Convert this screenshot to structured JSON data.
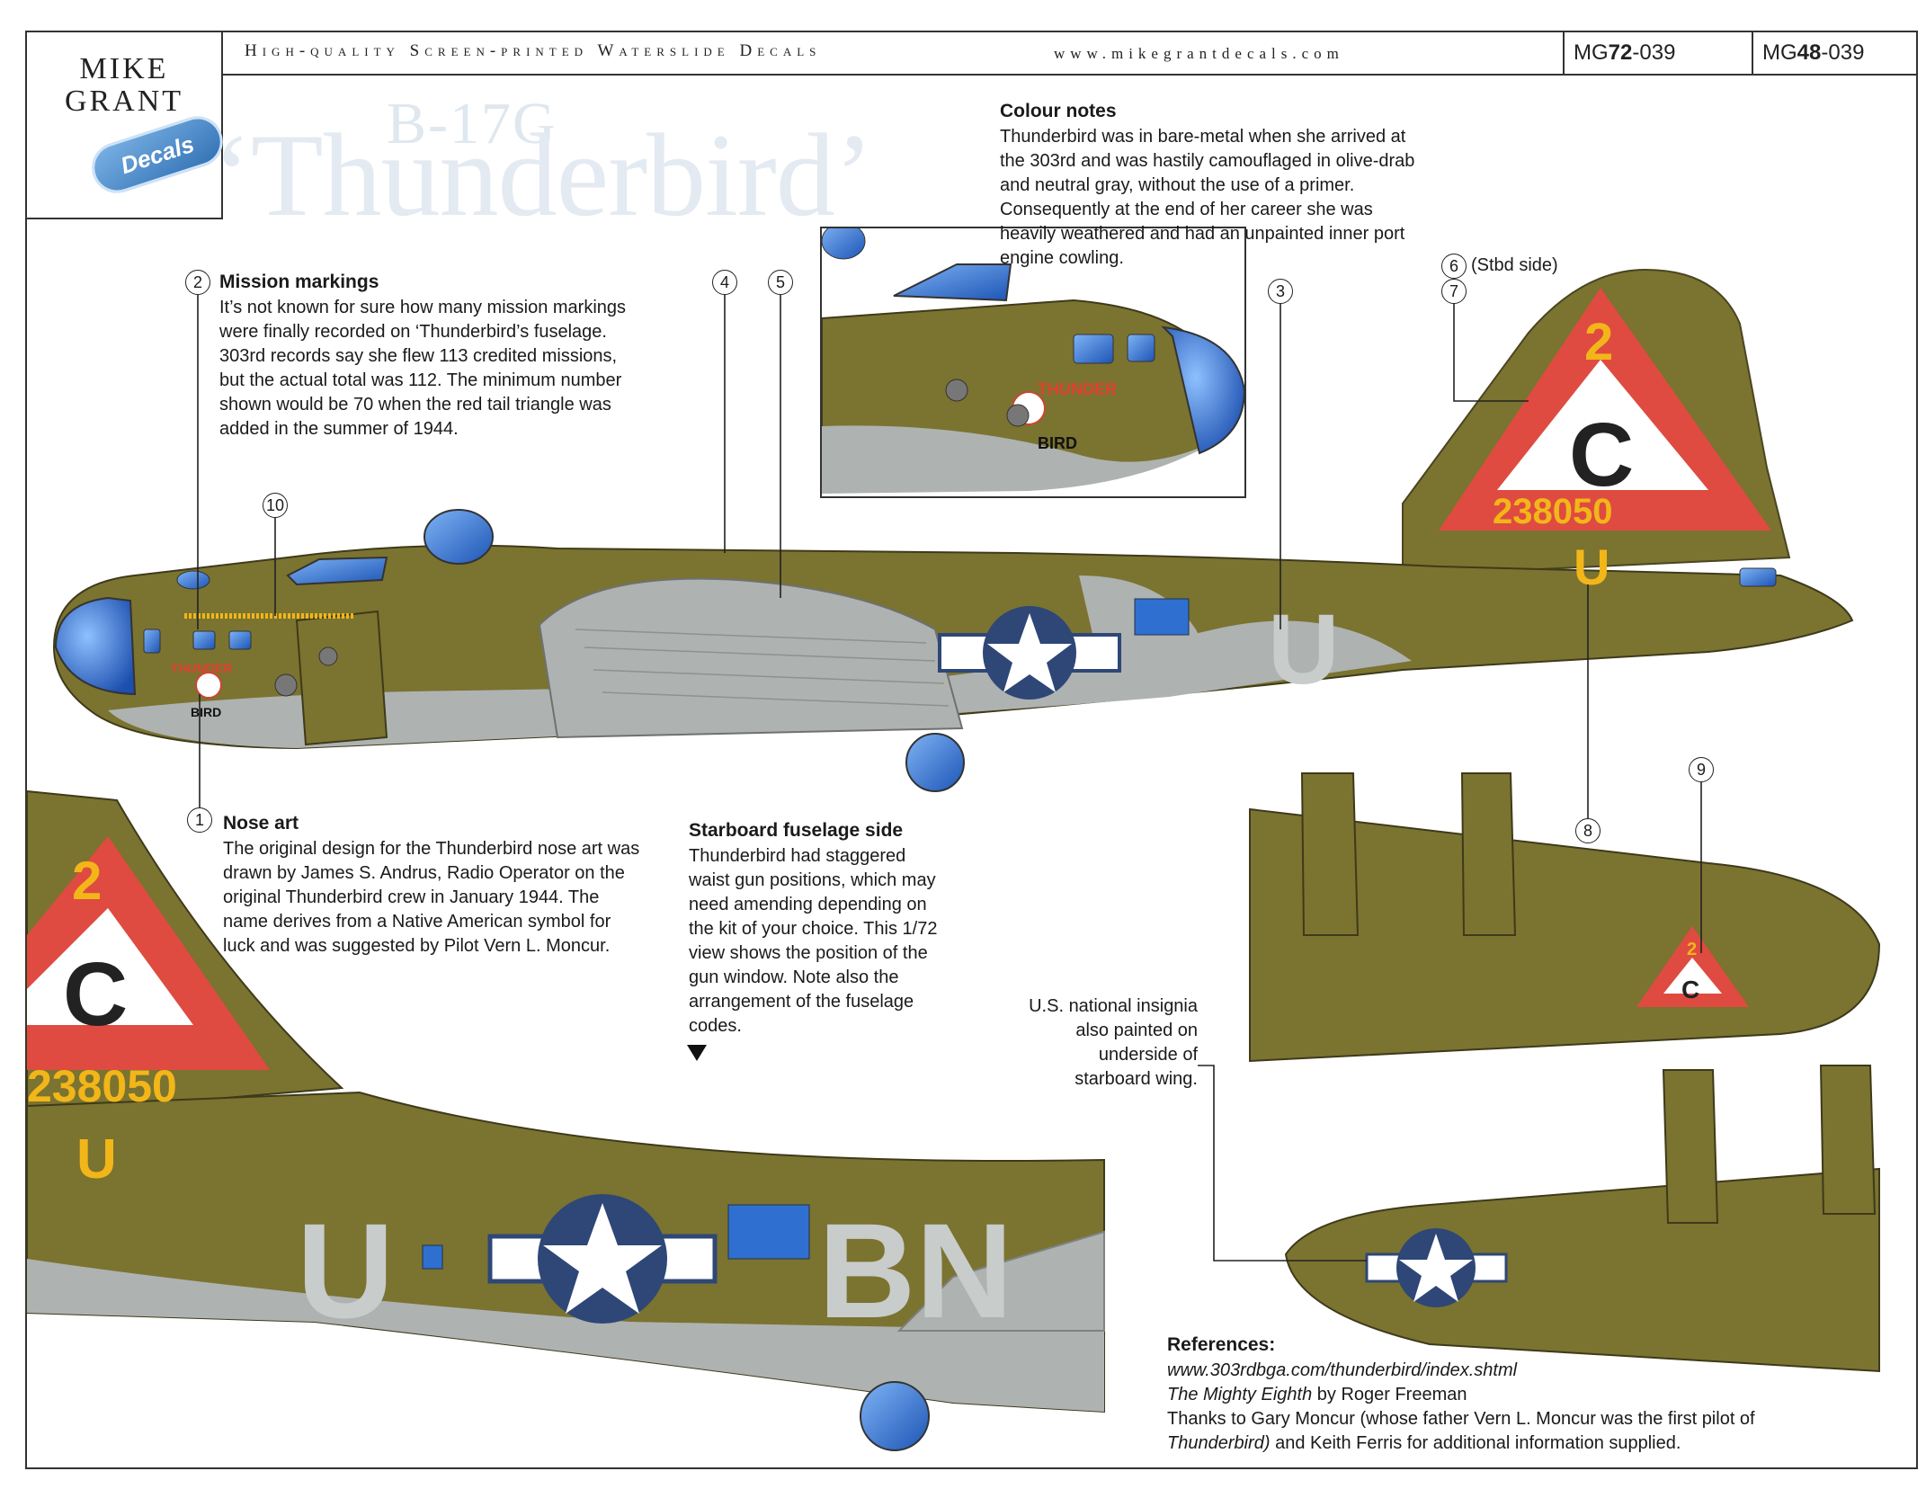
{
  "logo": {
    "line1": "MIKE",
    "line2": "GRANT",
    "badge": "Decals"
  },
  "header": {
    "tagline": "High-quality Screen-printed Waterslide Decals",
    "url": "www.mikegrantdecals.com",
    "code72_prefix": "MG ",
    "code72_bold": "72",
    "code72_suffix": "-039",
    "code48_prefix": "MG ",
    "code48_bold": "48",
    "code48_suffix": "-039"
  },
  "title": {
    "sub": "B-17G",
    "main": "‘Thunderbird’"
  },
  "notes": {
    "colour": {
      "heading": "Colour notes",
      "text": "Thunderbird was in bare-metal when she arrived at\nthe 303rd and was hastily camouflaged in olive-drab\nand neutral gray, without the use of a primer.\nConsequently at the end of her career she was\nheavily weathered and had an unpainted inner port\nengine cowling."
    },
    "mission": {
      "heading": "Mission markings",
      "text": "It’s not known for sure how many mission markings\nwere finally recorded on ‘Thunderbird’s fuselage.\n303rd records say she flew 113 credited missions,\nbut the actual total was 112. The minimum number\nshown would be 70 when the red tail triangle was\nadded in the summer of 1944."
    },
    "nose": {
      "heading": "Nose art",
      "text": "The original design for the Thunderbird nose art was\ndrawn by James S. Andrus, Radio Operator on the\noriginal Thunderbird crew in January 1944. The\nname derives from a Native American symbol for\nluck and was suggested by Pilot Vern L. Moncur."
    },
    "starboard": {
      "heading": "Starboard fuselage side",
      "text": "Thunderbird had staggered\nwaist gun positions, which may\nneed amending depending on\nthe kit of your choice. This 1/72\nview shows the position of the\ngun window. Note also the\narrangement of the fuselage\ncodes."
    },
    "insignia": {
      "text": "U.S. national insignia\nalso painted on\nunderside of\nstarboard wing."
    },
    "references": {
      "heading": "References:",
      "line1": "www.303rdbga.com/thunderbird/index.shtml",
      "line2_italic": "The Mighty Eighth",
      "line2_rest": " by Roger Freeman",
      "line3": "Thanks to Gary Moncur (whose father Vern L. Moncur was the first pilot of",
      "line4_italic": "Thunderbird)",
      "line4_rest": " and Keith Ferris for additional information supplied."
    }
  },
  "callouts": {
    "n1": "1",
    "n2": "2",
    "n3": "3",
    "n4": "4",
    "n5": "5",
    "n6": "6",
    "n6_label": "(Stbd side)",
    "n7": "7",
    "n8": "8",
    "n9": "9",
    "n10": "10"
  },
  "markings": {
    "tail_number": "2",
    "tail_letter": "C",
    "serial": "238050",
    "code_u": "U",
    "code_bn": "BN",
    "nose_art_top": "THUNDER",
    "nose_art_bottom": "BIRD"
  },
  "colors": {
    "olive_drab": "#7b7330",
    "neutral_gray": "#aeb2b1",
    "tail_red": "#df4b40",
    "yellow_code": "#f2b619",
    "insignia_blue": "#2e4777",
    "glass_blue": "#2f6fd0"
  }
}
